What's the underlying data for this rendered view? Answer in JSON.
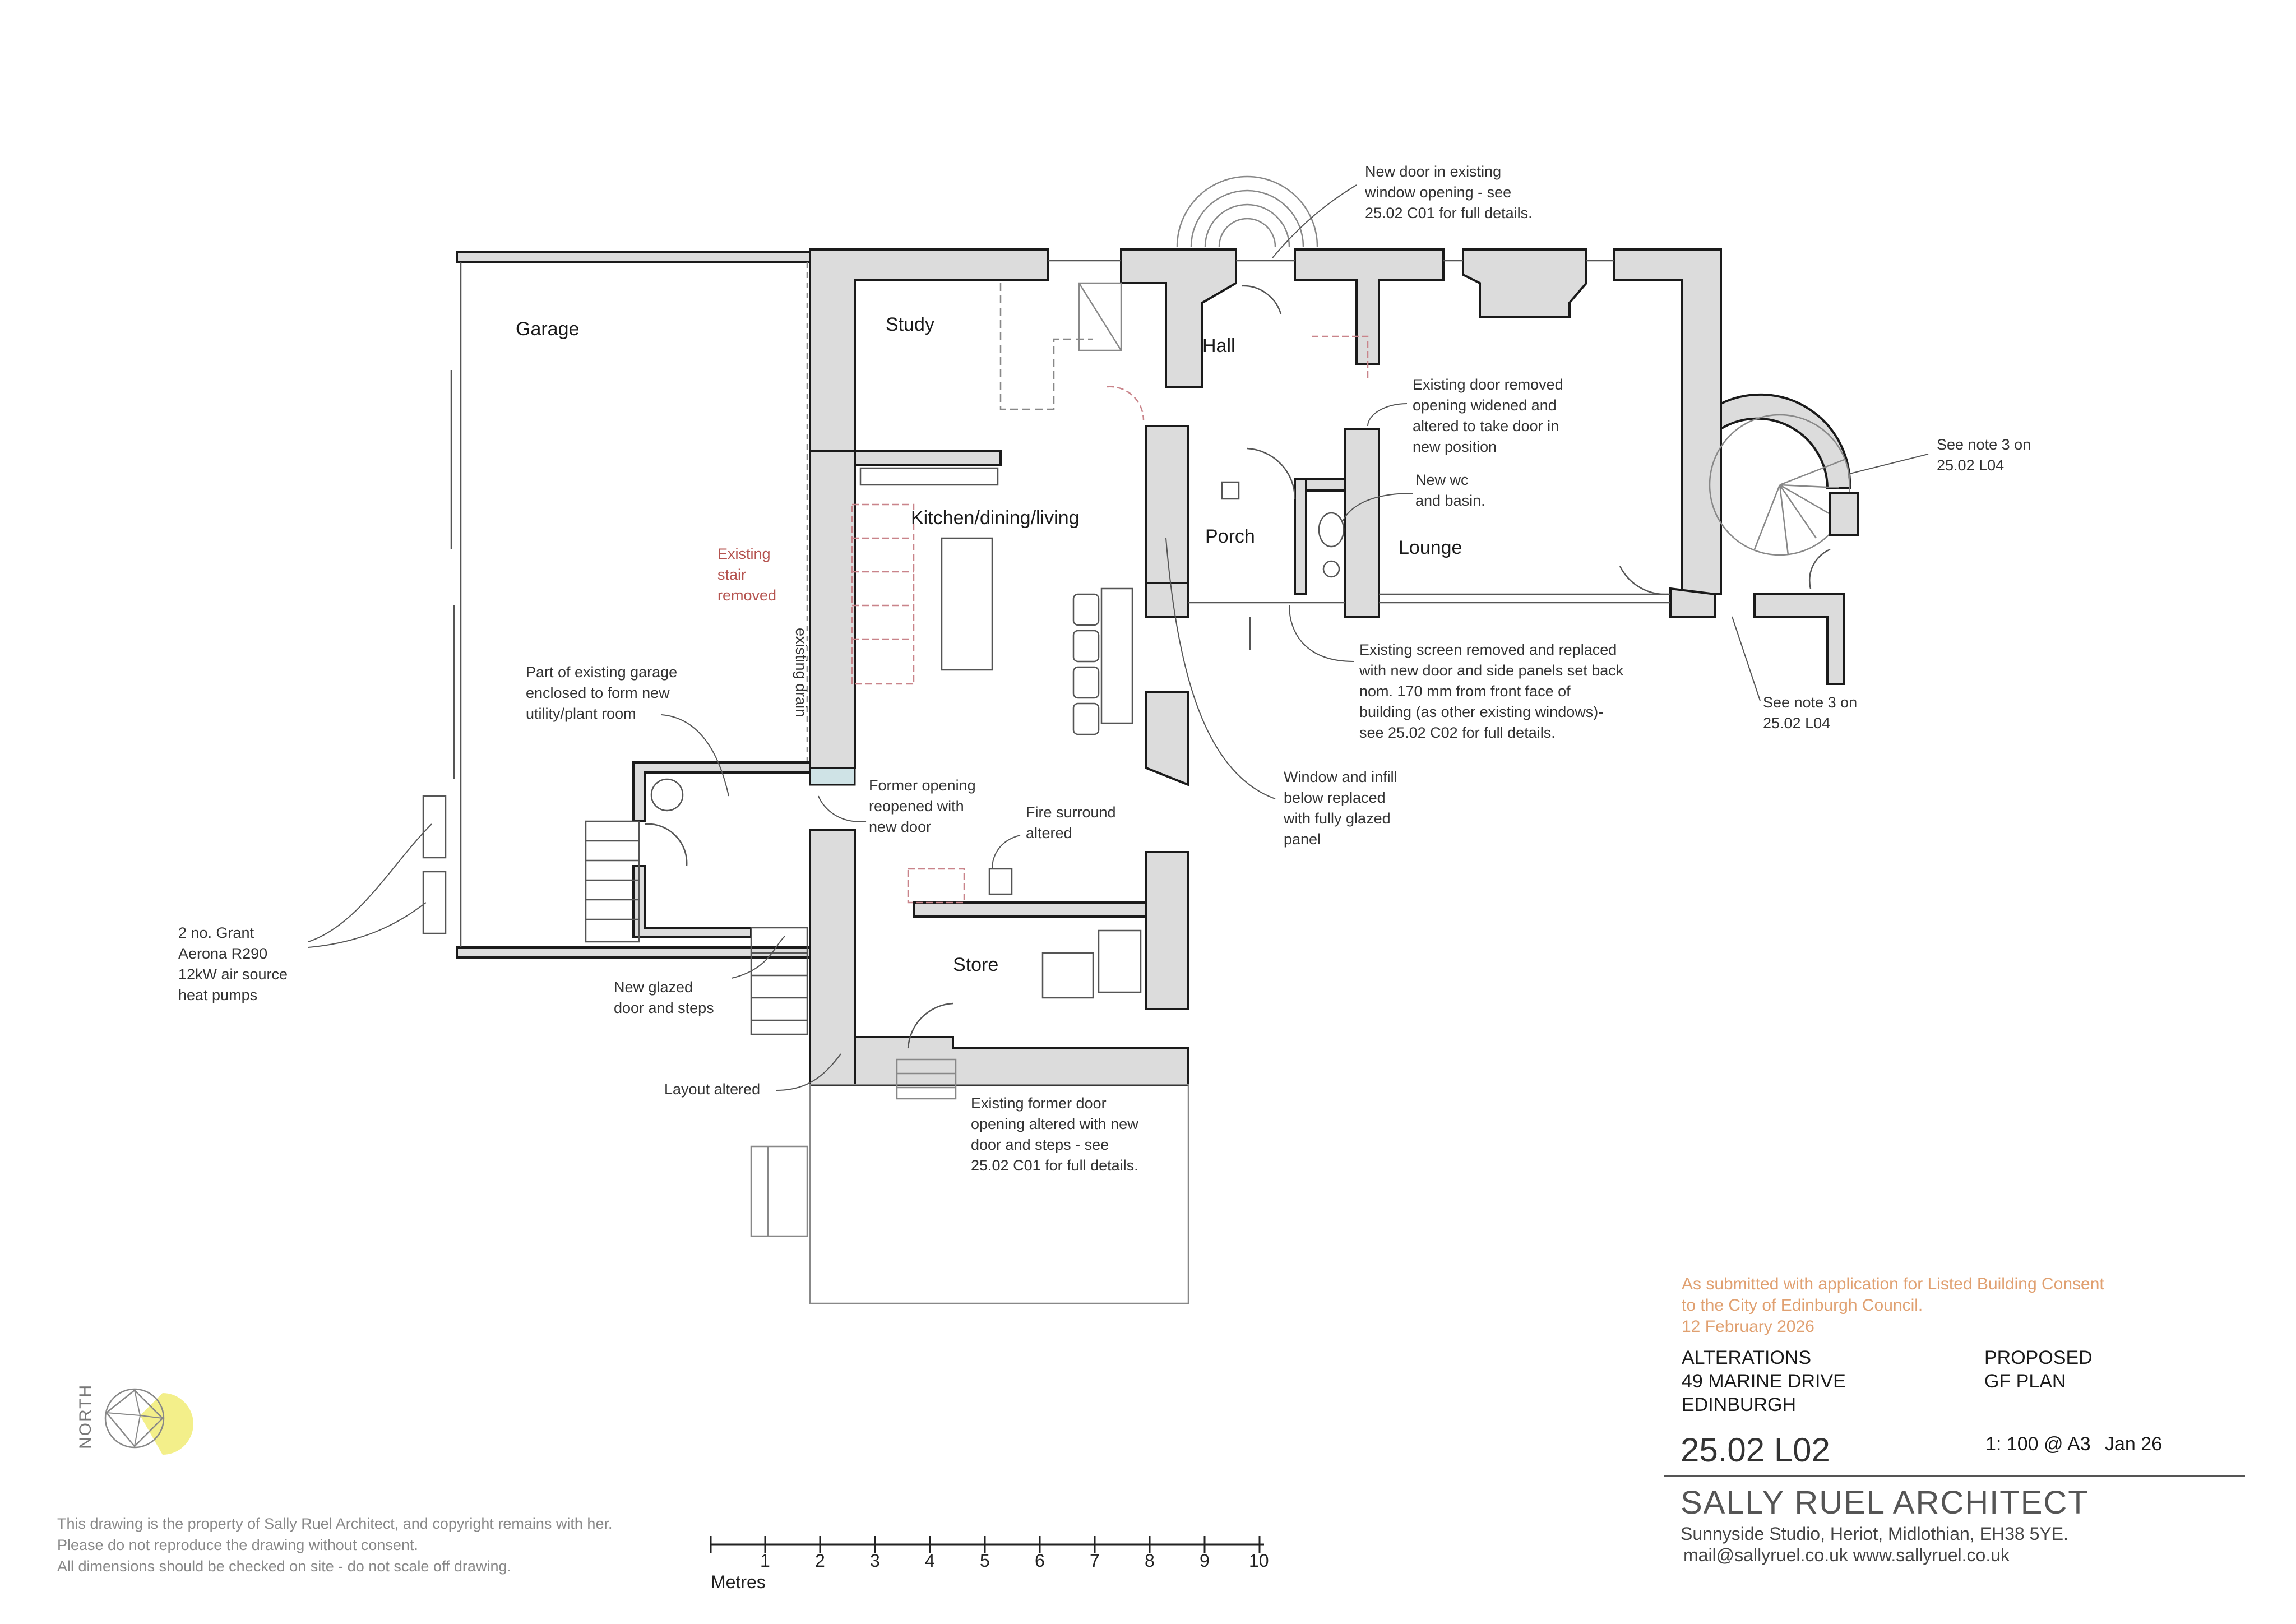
{
  "rooms": {
    "garage": "Garage",
    "study": "Study",
    "hall": "Hall",
    "kitchen": "Kitchen/dining/living",
    "porch": "Porch",
    "lounge": "Lounge",
    "store": "Store"
  },
  "notes": {
    "new_door": [
      "New door in existing",
      "window opening -  see",
      "25.02 C01 for full details."
    ],
    "door_removed": [
      "Existing door removed",
      "opening widened and",
      "altered to take door in",
      "new position"
    ],
    "new_wc": [
      "New wc",
      "and basin."
    ],
    "see_note3_top": [
      "See note 3 on",
      "25.02 L04"
    ],
    "see_note3_bottom": [
      "See note 3 on",
      "25.02 L04"
    ],
    "screen_removed": [
      "Existing screen removed and replaced",
      "with new door and side panels set back",
      "nom. 170 mm from front face of",
      "building (as other existing windows)-",
      "see 25.02 C02 for full details."
    ],
    "window_infill": [
      "Window and infill",
      "below replaced",
      "with fully glazed",
      "panel"
    ],
    "stair_removed": [
      "Existing",
      "stair",
      "removed"
    ],
    "existing_drain": "existing drain",
    "utility": [
      "Part of existing garage",
      "enclosed to form new",
      "utility/plant room"
    ],
    "former_opening": [
      "Former opening",
      "reopened with",
      "new door"
    ],
    "fire_surround": [
      "Fire surround",
      "altered"
    ],
    "heat_pumps": [
      "2 no. Grant",
      "Aerona R290",
      "12kW air source",
      "heat pumps"
    ],
    "glazed_door": [
      "New glazed",
      "door and steps"
    ],
    "layout_altered": "Layout altered",
    "former_door": [
      "Existing former door",
      "opening altered with new",
      "door and steps - see",
      "25.02 C01 for full details."
    ]
  },
  "north_label": "NORTH",
  "disclaimer": [
    "This drawing is the property of Sally Ruel Architect, and copyright remains with her.",
    "Please do not reproduce the drawing without consent.",
    "All dimensions should be checked on site - do not scale off drawing."
  ],
  "scale_bar": {
    "ticks": [
      "1",
      "2",
      "3",
      "4",
      "5",
      "6",
      "7",
      "8",
      "9",
      "10"
    ],
    "unit": "Metres"
  },
  "title_block": {
    "submitted": [
      "As submitted with application for Listed Building Consent",
      "to the City of Edinburgh Council.",
      "12 February 2026"
    ],
    "project": [
      "ALTERATIONS",
      "49 MARINE DRIVE",
      "EDINBURGH"
    ],
    "drawing": [
      "PROPOSED",
      "GF PLAN"
    ],
    "number": "25.02 L02",
    "scale": "1: 100 @ A3",
    "date": "Jan 26",
    "firm": "SALLY RUEL ARCHITECT",
    "address": "Sunnyside Studio, Heriot, Midlothian, EH38 5YE.",
    "contact": "mail@sallyruel.co.uk www.sallyruel.co.uk"
  },
  "colors": {
    "wall_fill": "#dcdcdc",
    "line": "#1a1a1a",
    "removed": "#c9848a",
    "submitted_text": "#e0a070",
    "north_fill": "#f3ef8a"
  }
}
